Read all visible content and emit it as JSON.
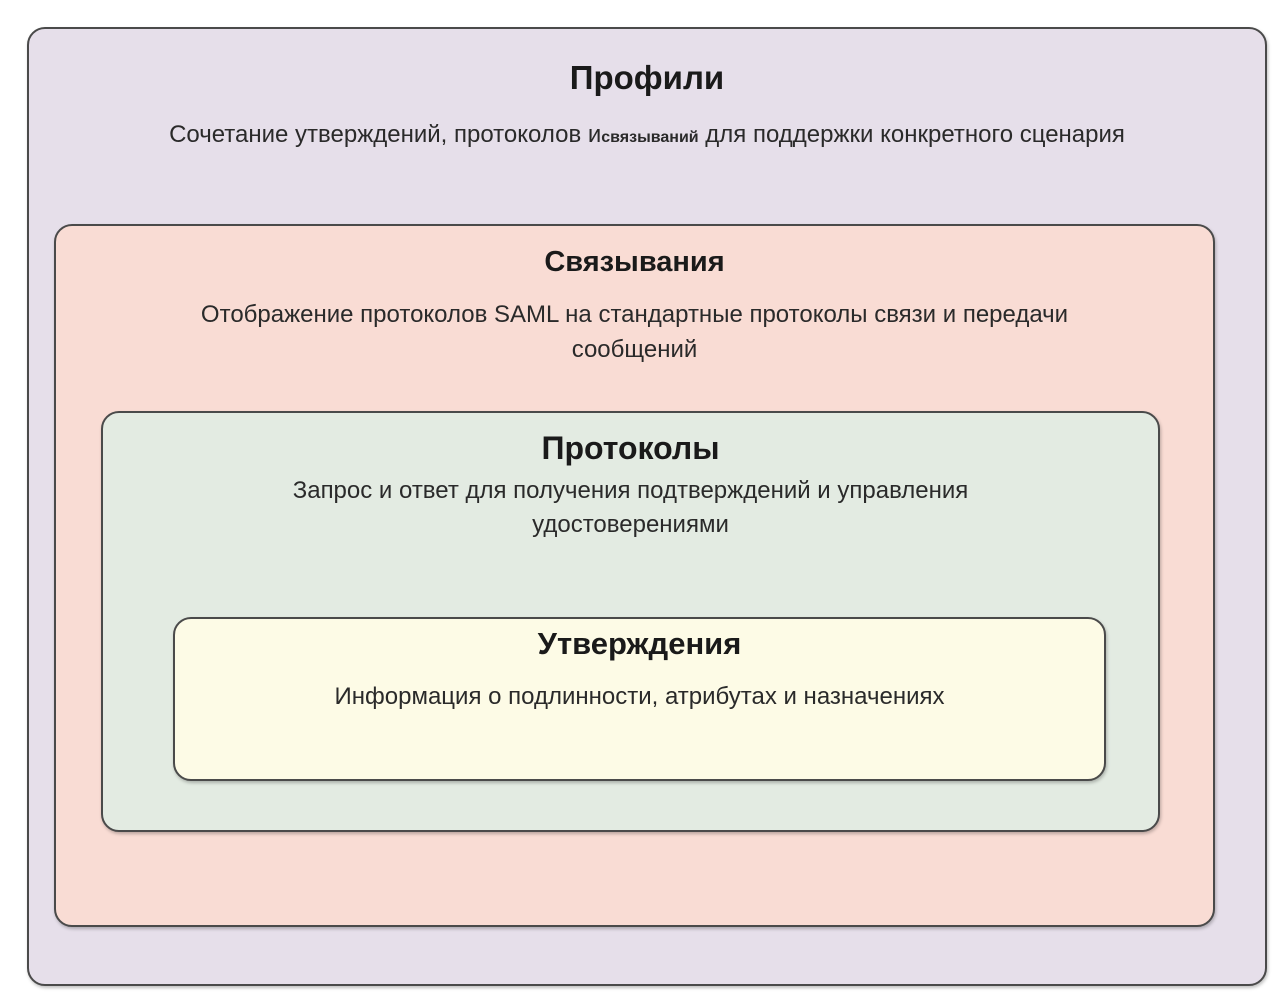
{
  "profiles": {
    "title": "Профили",
    "desc_part1": "Сочетание утверждений, протоколов и",
    "desc_part2": "связываний",
    "desc_part3": " для поддержки конкретного сценария",
    "color": "#e6dfea"
  },
  "bindings": {
    "title": "Связывания",
    "desc_line1": "Отображение протоколов SAML на стандартные протоколы связи и передачи",
    "desc_line2": "сообщений",
    "color": "#f9dcd4"
  },
  "protocols": {
    "title": "Протоколы",
    "desc_line1": "Запрос и ответ для получения подтверждений и управления",
    "desc_line2": "удостоверениями",
    "color": "#e3ebe2"
  },
  "assertions": {
    "title": "Утверждения",
    "desc": "Информация о подлинности, атрибутах и назначениях",
    "color": "#fdfbe6"
  }
}
